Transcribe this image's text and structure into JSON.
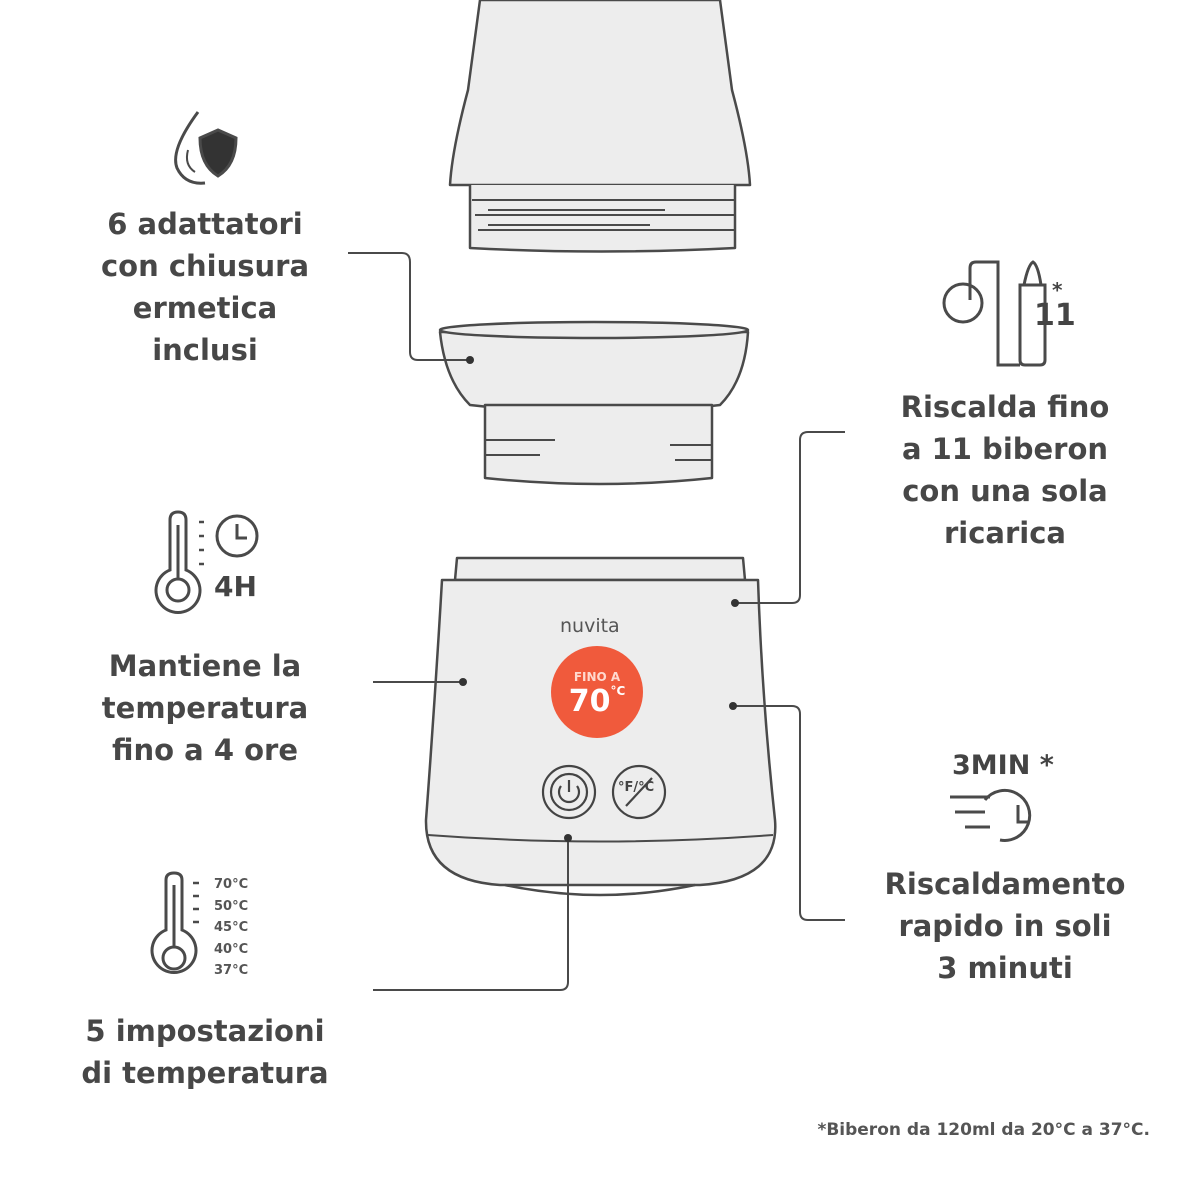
{
  "features": {
    "adapters": {
      "lines": [
        "6 adattatori",
        "con chiusura",
        "ermetica",
        "inclusi"
      ],
      "icon": "drop-shield-icon"
    },
    "keep_warm": {
      "lines": [
        "Mantiene la",
        "temperatura",
        "fino a 4 ore"
      ],
      "icon": "thermometer-clock-icon",
      "icon_label": "4H"
    },
    "temperature_settings": {
      "lines": [
        "5 impostazioni",
        "di temperatura"
      ],
      "icon": "thermometer-icon",
      "temps": [
        "70°C",
        "50°C",
        "45°C",
        "40°C",
        "37°C"
      ]
    },
    "battery": {
      "lines": [
        "Riscalda fino",
        "a 11 biberon",
        "con una sola",
        "ricarica"
      ],
      "icon": "battery-bottle-icon",
      "icon_count": "11",
      "icon_star": "*"
    },
    "fast_heat": {
      "lines": [
        "Riscaldamento",
        "rapido in soli",
        "3 minuti"
      ],
      "icon": "fast-timer-icon",
      "icon_label": "3MIN *"
    }
  },
  "product": {
    "brand": "nuvita",
    "badge_line1": "FINO A",
    "badge_line2": "70",
    "badge_unit": "°C",
    "unit_button": "°F/°C",
    "badge_color": "#f05a3c"
  },
  "footnote": "*Biberon da 120ml da 20°C a 37°C."
}
